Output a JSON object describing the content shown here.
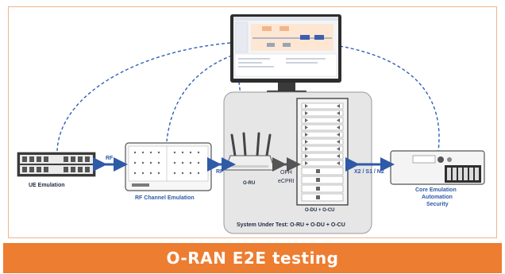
{
  "banner": {
    "title": "O-RAN E2E testing"
  },
  "nodes": {
    "ue_emulation": "UE Emulation",
    "rf_channel_emulation": "RF Channel Emulation",
    "o_ru": "O-RU",
    "o_du_o_cu": "O-DU + O-CU",
    "core_emulation": "Core Emulation",
    "automation": "Automation",
    "security": "Security"
  },
  "links": {
    "rf_left": "RF",
    "rf_right": "RF",
    "ofh": "OFH",
    "ecpri": "eCPRI",
    "x2_s1_n2": "X2 / S1 / N2"
  },
  "sut_label": "System Under Test: O-RU + O-DU + O-CU",
  "colors": {
    "accent": "#ed7d31",
    "link_blue": "#2e5aa7",
    "dashed": "#2f5fb8"
  }
}
